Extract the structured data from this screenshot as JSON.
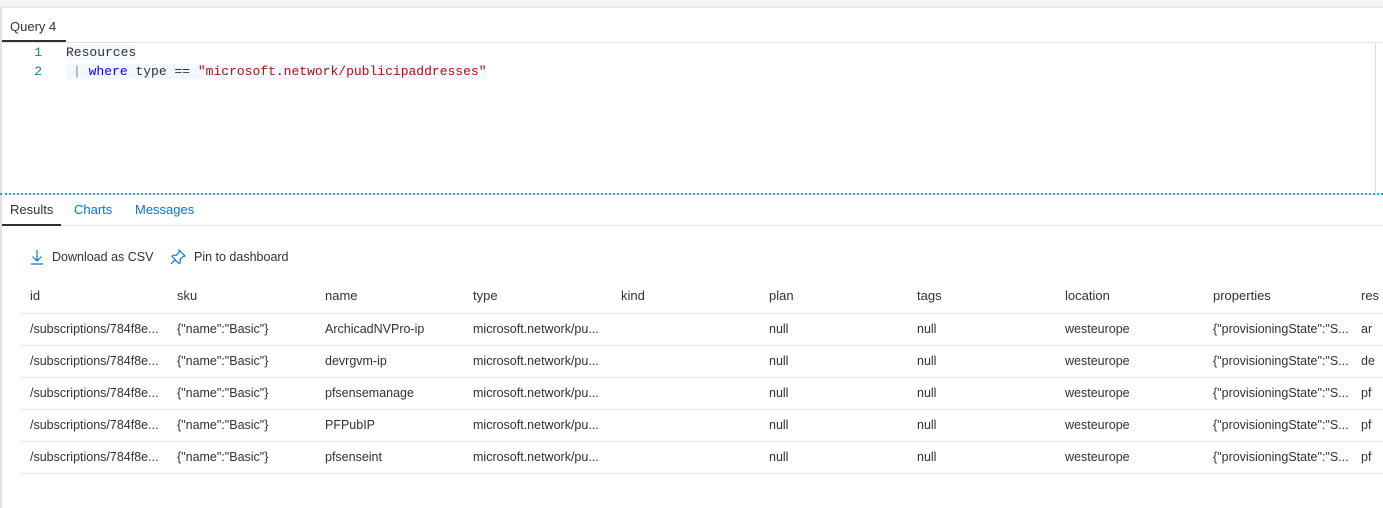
{
  "query_tab": "Query 4",
  "editor": {
    "lines": [
      {
        "num": "1",
        "text": "Resources"
      },
      {
        "num": "2",
        "pipe": "|",
        "keyword": "where",
        "rest": " type == ",
        "string": "\"microsoft.network/publicipaddresses\""
      }
    ]
  },
  "result_tabs": [
    "Results",
    "Charts",
    "Messages"
  ],
  "toolbar": {
    "download": "Download as CSV",
    "pin": "Pin to dashboard"
  },
  "colors": {
    "accent": "#0078d4",
    "keyword": "#0000ff",
    "string": "#a31515",
    "splitter": "#22a8e0"
  },
  "table": {
    "columns": [
      "id",
      "sku",
      "name",
      "type",
      "kind",
      "plan",
      "tags",
      "location",
      "properties",
      "res"
    ],
    "rows": [
      [
        "/subscriptions/784f8e...",
        "{\"name\":\"Basic\"}",
        "ArchicadNVPro-ip",
        "microsoft.network/pu...",
        "",
        "null",
        "null",
        "westeurope",
        "{\"provisioningState\":\"S...",
        "ar"
      ],
      [
        "/subscriptions/784f8e...",
        "{\"name\":\"Basic\"}",
        "devrgvm-ip",
        "microsoft.network/pu...",
        "",
        "null",
        "null",
        "westeurope",
        "{\"provisioningState\":\"S...",
        "de"
      ],
      [
        "/subscriptions/784f8e...",
        "{\"name\":\"Basic\"}",
        "pfsensemanage",
        "microsoft.network/pu...",
        "",
        "null",
        "null",
        "westeurope",
        "{\"provisioningState\":\"S...",
        "pf"
      ],
      [
        "/subscriptions/784f8e...",
        "{\"name\":\"Basic\"}",
        "PFPubIP",
        "microsoft.network/pu...",
        "",
        "null",
        "null",
        "westeurope",
        "{\"provisioningState\":\"S...",
        "pf"
      ],
      [
        "/subscriptions/784f8e...",
        "{\"name\":\"Basic\"}",
        "pfsenseint",
        "microsoft.network/pu...",
        "",
        "null",
        "null",
        "westeurope",
        "{\"provisioningState\":\"S...",
        "pf"
      ]
    ]
  }
}
